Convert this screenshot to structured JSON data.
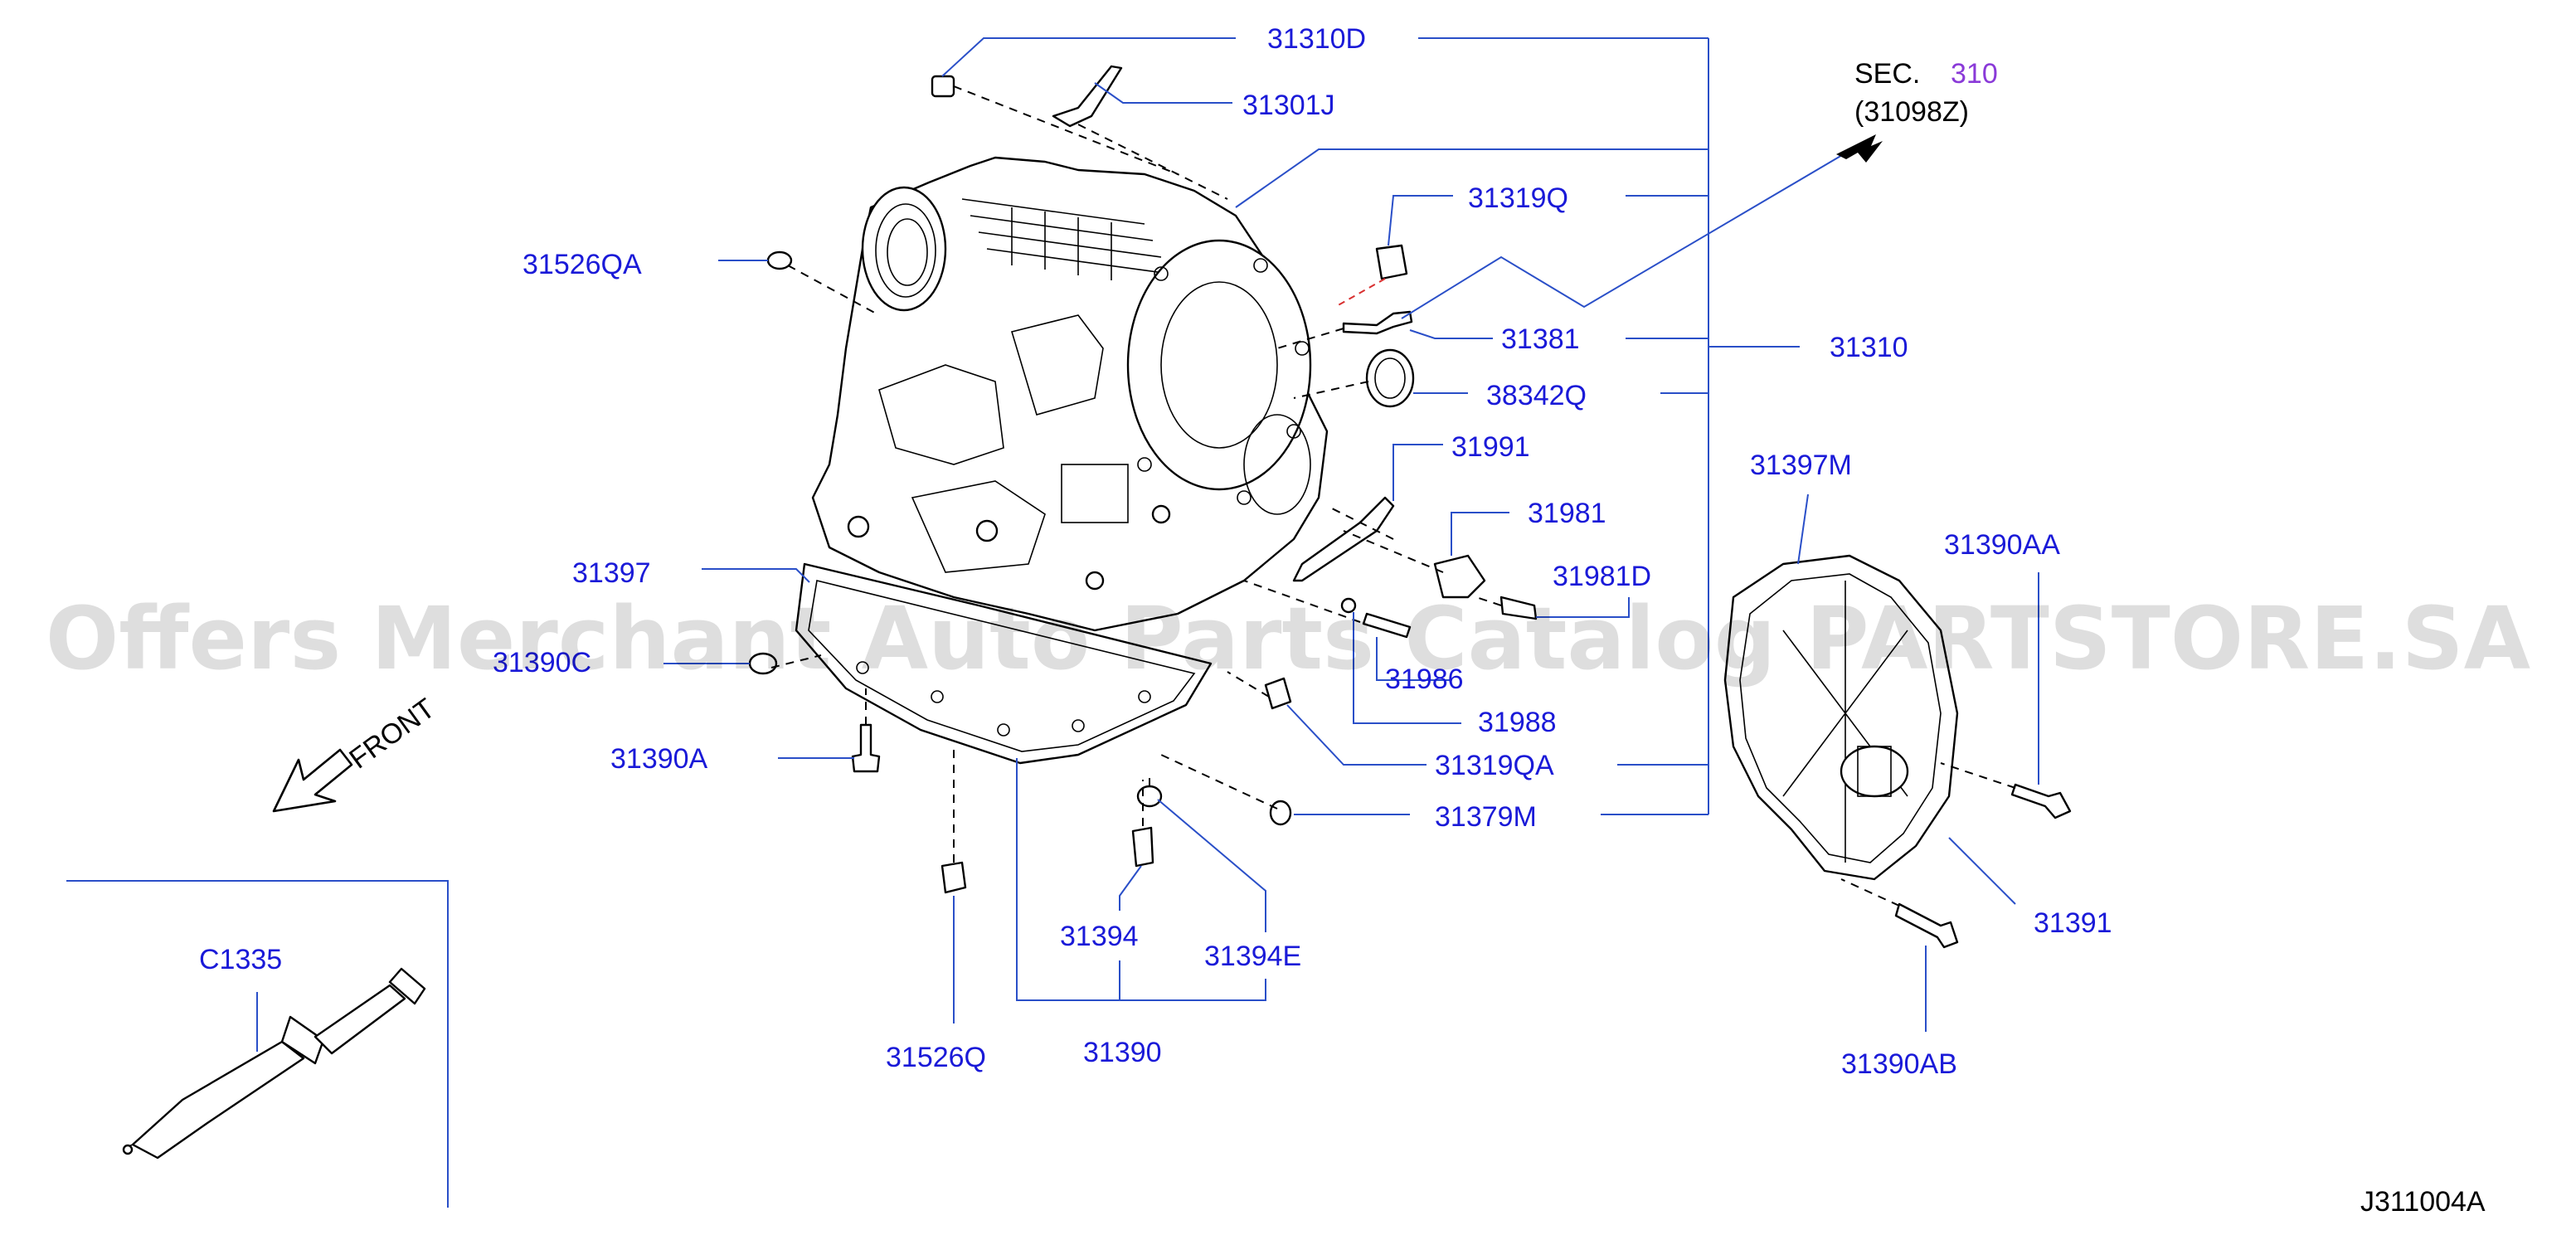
{
  "diagram": {
    "code": "J311004A",
    "front_label": "FRONT",
    "sec_ref": {
      "prefix": "SEC.",
      "number": "310",
      "sub": "(31098Z)"
    },
    "watermark": "Offers Merchant Auto Parts Catalog PARTSTORE.SA",
    "accent_color": "#1a1ad8",
    "parts": {
      "p31310D": "31310D",
      "p31301J": "31301J",
      "p31319Q": "31319Q",
      "p31526QA": "31526QA",
      "p31381": "31381",
      "p31310": "31310",
      "p38342Q": "38342Q",
      "p31991": "31991",
      "p31981": "31981",
      "p31981D": "31981D",
      "p31397M": "31397M",
      "p31390AA": "31390AA",
      "p31397": "31397",
      "p31986": "31986",
      "p31988": "31988",
      "p31319QA": "31319QA",
      "p31379M": "31379M",
      "p31390A": "31390A",
      "p31390AB": "31390AB",
      "p31391": "31391",
      "p31394": "31394",
      "p31394E": "31394E",
      "p31526Q": "31526Q",
      "p31390": "31390",
      "pC1335": "C1335",
      "p31390C": "31390C"
    }
  }
}
